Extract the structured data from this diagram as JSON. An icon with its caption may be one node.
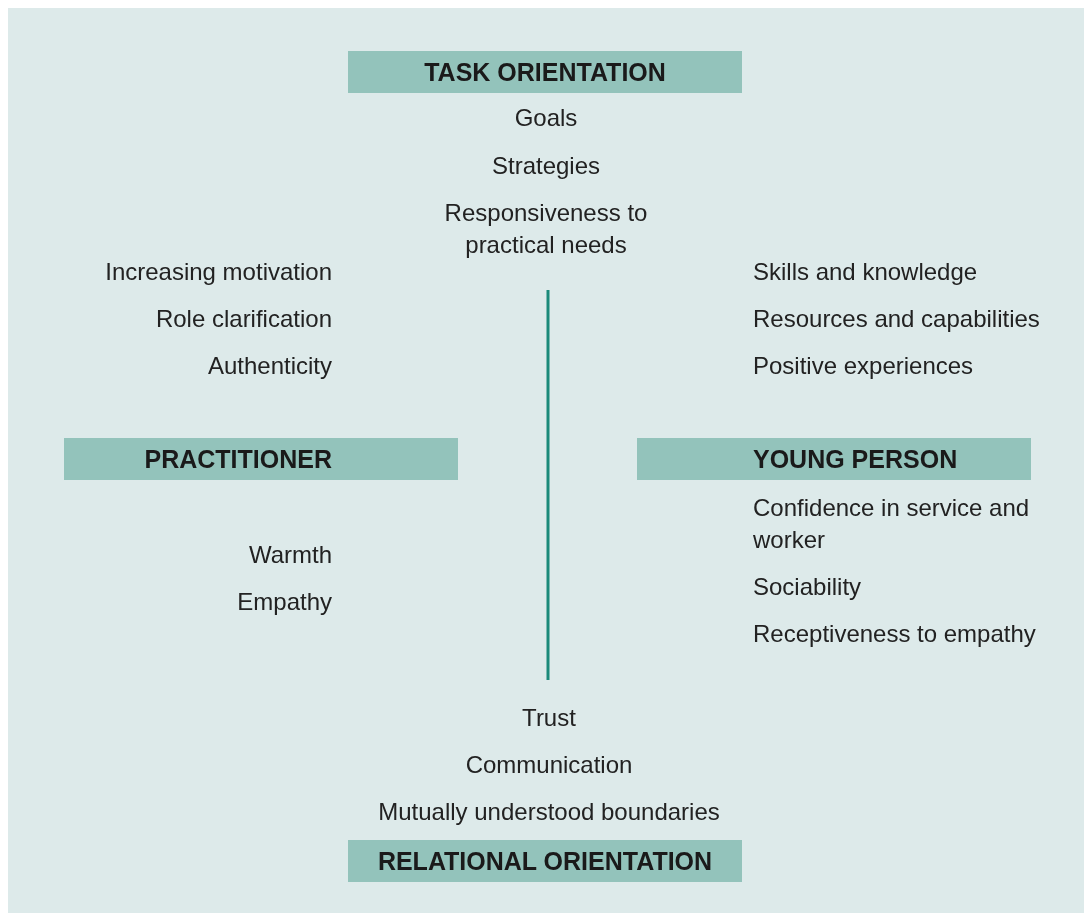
{
  "diagram": {
    "nodes": [
      {
        "text": [
          "TASK ORIENTATION"
        ]
      },
      {
        "text": [
          "PRACTITIONER"
        ]
      },
      {
        "text": [
          "YOUNG PERSON"
        ]
      },
      {
        "text": [
          "RELATIONAL ORIENTATION"
        ]
      }
    ],
    "edges": [],
    "labels": [
      "Goals",
      "Strategies",
      "Responsiveness to practical needs",
      "Increasing motivation",
      "Skills and knowledge",
      "Role clarification",
      "Resources and capabilities",
      "Authenticity",
      "Positive experiences",
      "Confidence in service and worker",
      "Warmth",
      "Sociability",
      "Empathy",
      "Receptiveness to empathy",
      "Trust",
      "Communication",
      "Mutually understood boundaries"
    ]
  }
}
